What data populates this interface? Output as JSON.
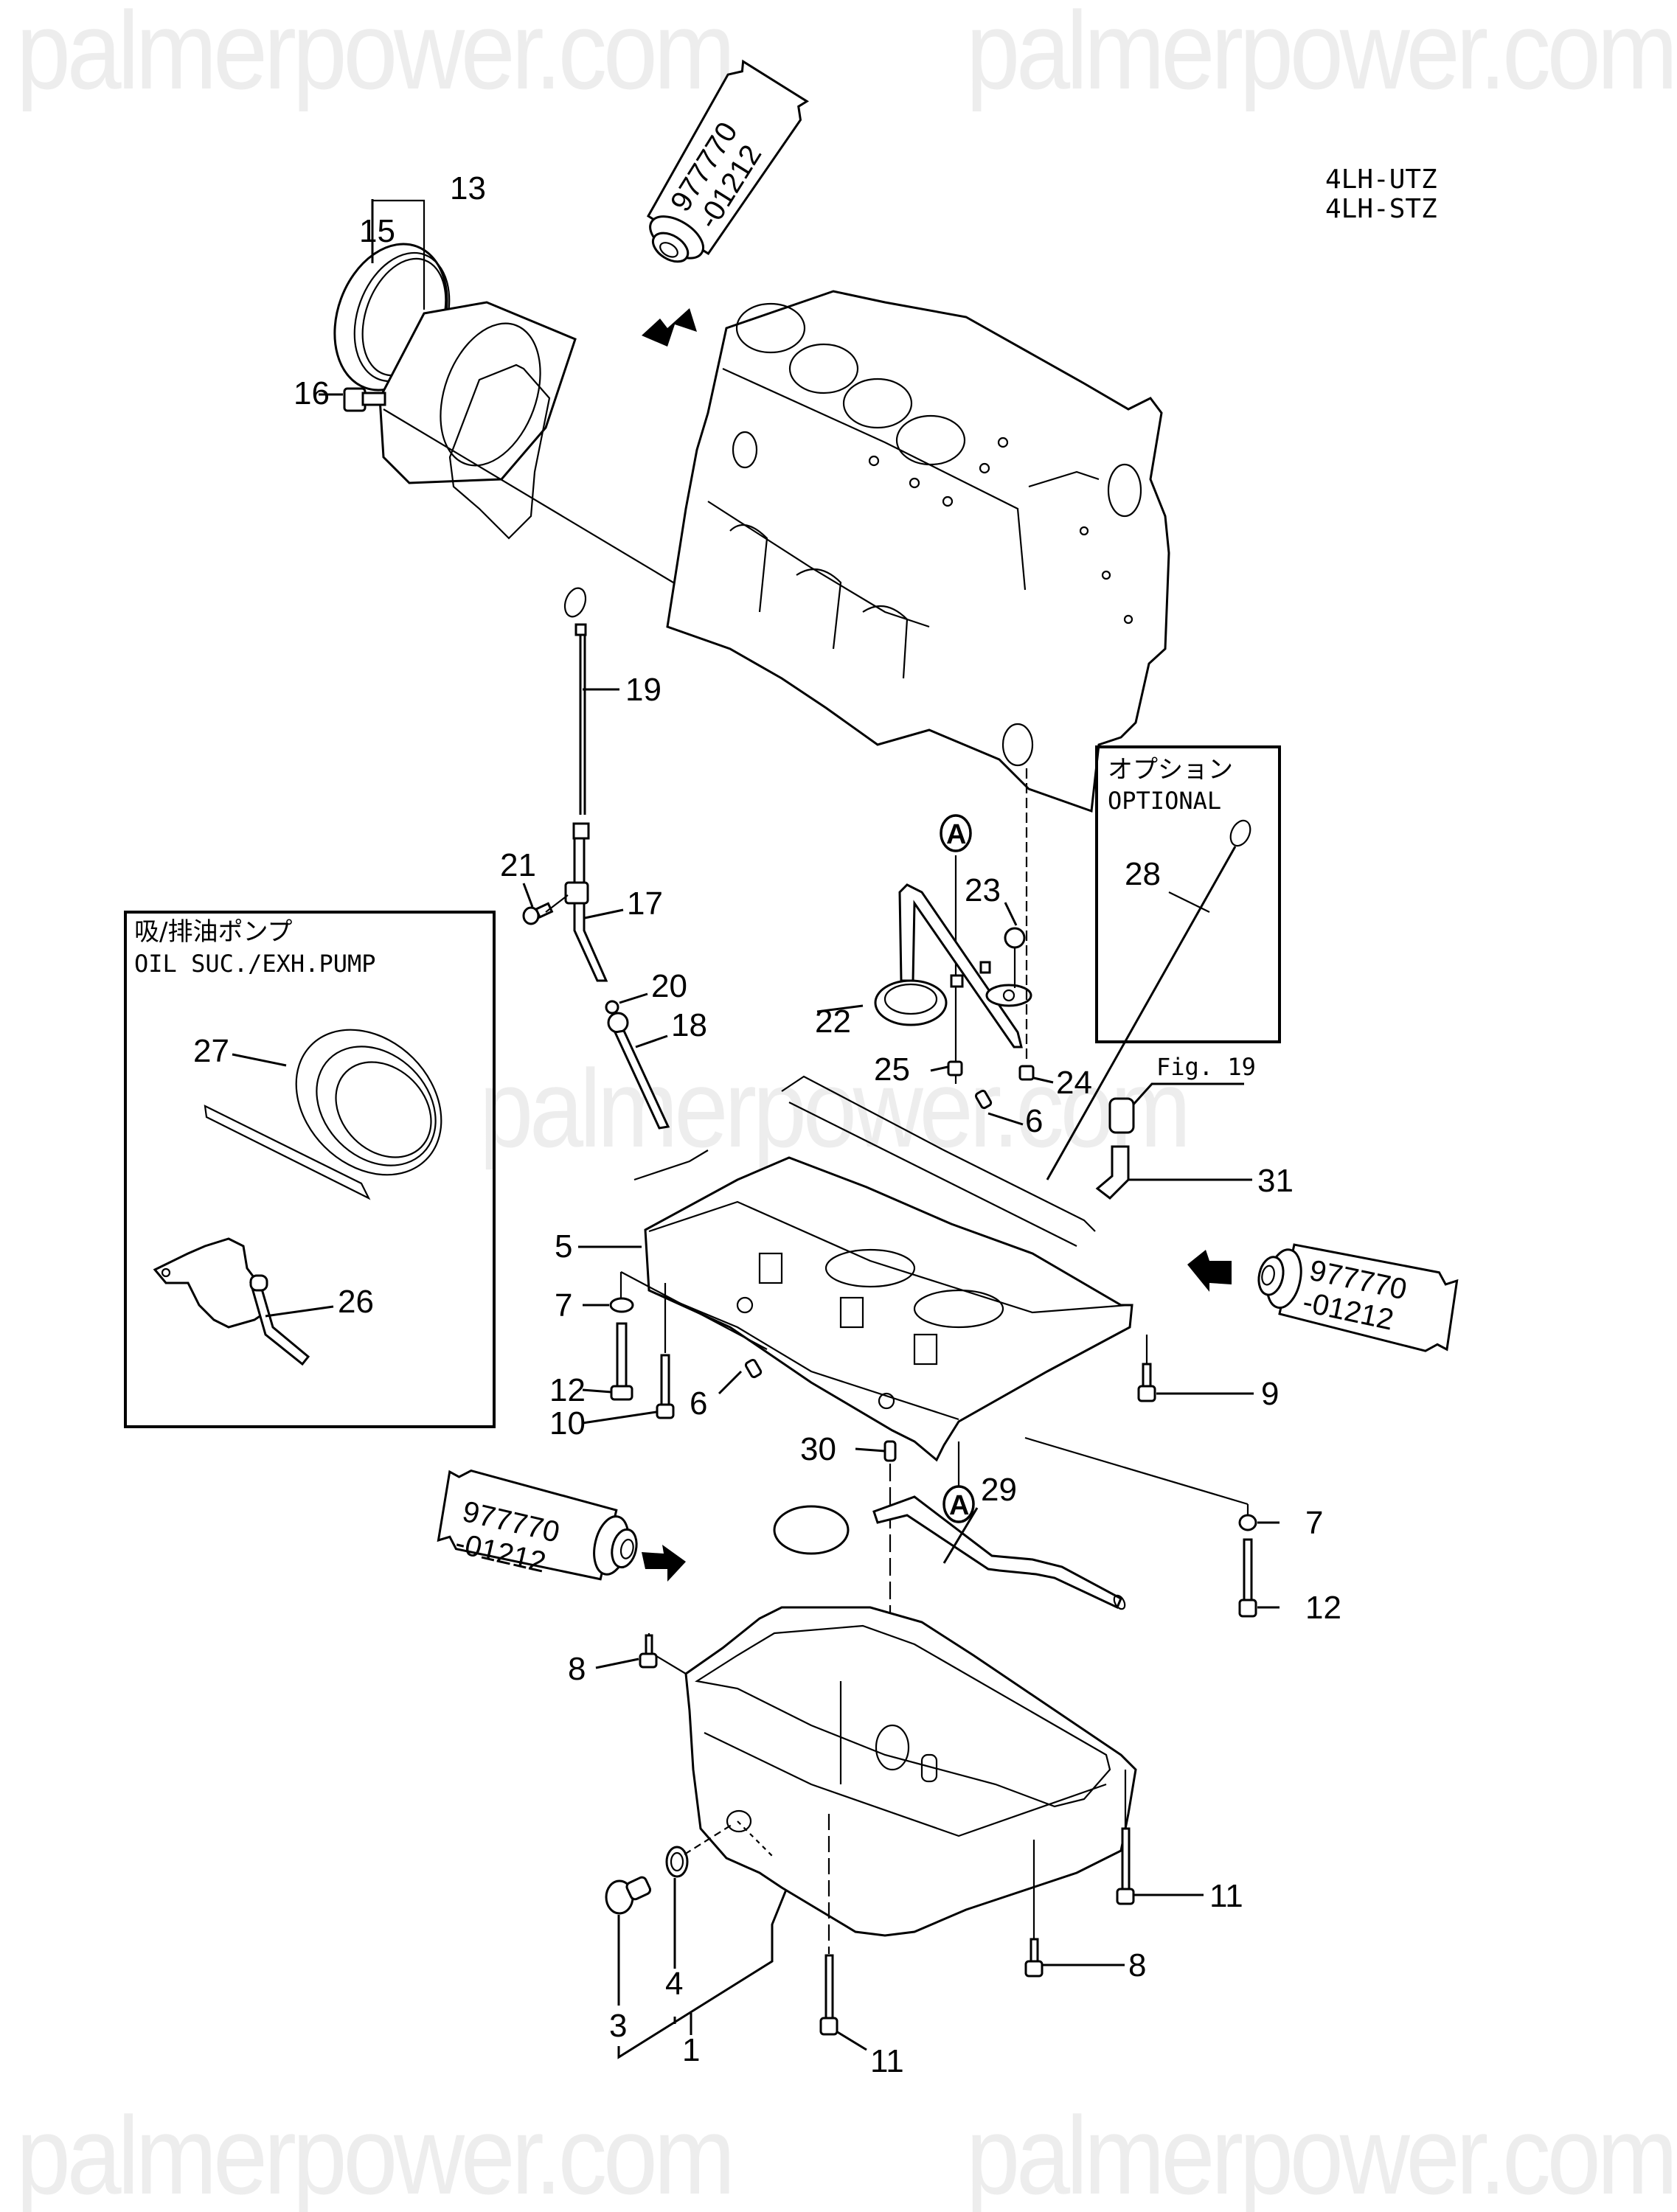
{
  "watermark": {
    "text": "palmerpower.com",
    "color": "#ededed"
  },
  "models": [
    "4LH-UTZ",
    "4LH-STZ"
  ],
  "sealant": {
    "part_number_line1": "977770",
    "part_number_line2": "-01212",
    "count": 3
  },
  "reference_marker": "A",
  "fig_reference": "Fig. 19",
  "optional_box": {
    "title_jp": "オプション",
    "title_en": "OPTIONAL",
    "parts": [
      "28"
    ]
  },
  "pump_box": {
    "title_jp": "吸/排油ポンプ",
    "title_en": "OIL SUC./EXH.PUMP",
    "parts": [
      "27",
      "26"
    ]
  },
  "labels": {
    "p1": "1",
    "p3": "3",
    "p4": "4",
    "p5": "5",
    "p6a": "6",
    "p6b": "6",
    "p7a": "7",
    "p7b": "7",
    "p8a": "8",
    "p8b": "8",
    "p9": "9",
    "p10": "10",
    "p11a": "11",
    "p11b": "11",
    "p12a": "12",
    "p12b": "12",
    "p13": "13",
    "p15": "15",
    "p16": "16",
    "p17": "17",
    "p18": "18",
    "p19": "19",
    "p20": "20",
    "p21": "21",
    "p22": "22",
    "p23": "23",
    "p24": "24",
    "p25": "25",
    "p26": "26",
    "p27": "27",
    "p28": "28",
    "p29": "29",
    "p30": "30",
    "p31": "31"
  }
}
